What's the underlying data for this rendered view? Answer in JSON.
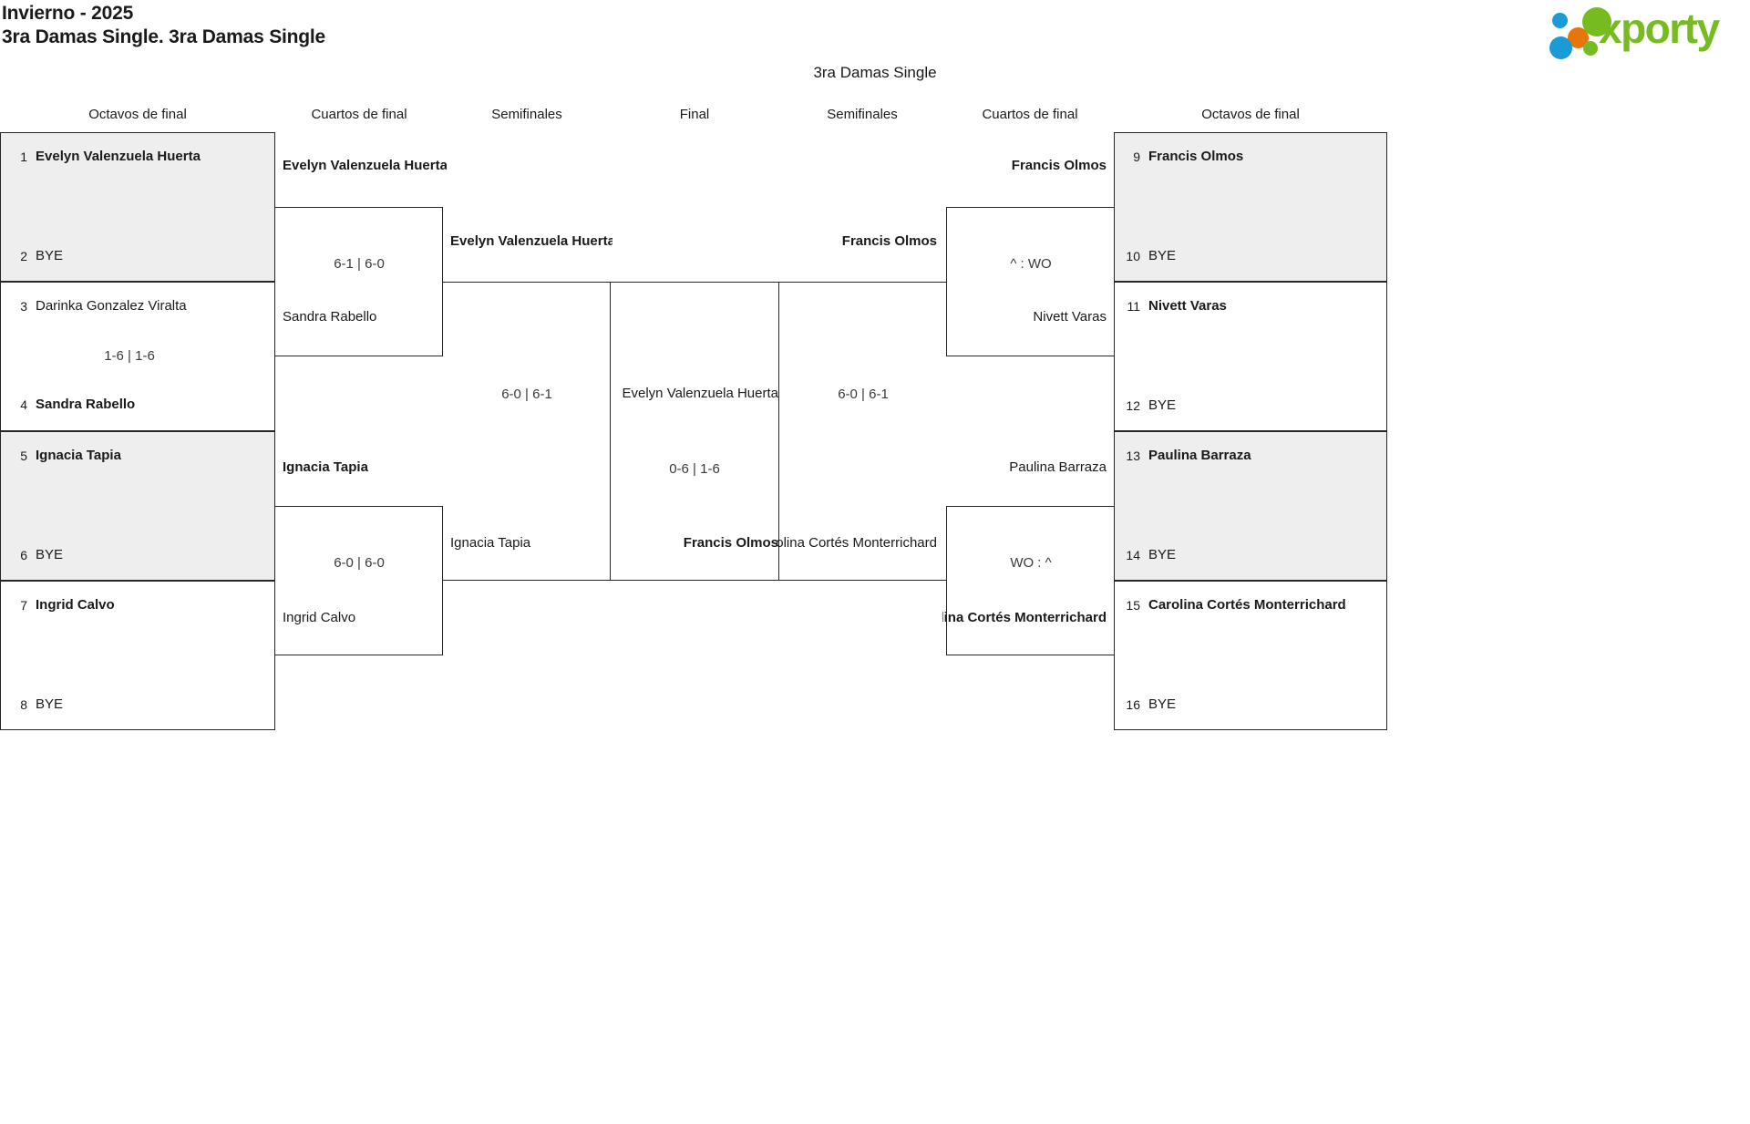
{
  "header": {
    "tournament": "Invierno - 2025",
    "category": "3ra Damas Single. 3ra Damas Single",
    "logo_text": "xporty",
    "logo_colors": {
      "green": "#76bc21",
      "blue": "#1a9ad7",
      "orange": "#e8740c"
    }
  },
  "bracket_title": "3ra Damas Single",
  "rounds": {
    "left_r1": "Octavos de final",
    "left_r2": "Cuartos de final",
    "left_r3": "Semifinales",
    "final": "Final",
    "right_r3": "Semifinales",
    "right_r2": "Cuartos de final",
    "right_r1": "Octavos de final"
  },
  "theme": {
    "shade": "#eeeeee",
    "line": "#262626",
    "text": "#1a1a1a"
  },
  "left": {
    "seeds": [
      {
        "num": "1",
        "name": "Evelyn Valenzuela Huerta",
        "winner": true,
        "shaded": true
      },
      {
        "num": "2",
        "name": "BYE",
        "winner": false,
        "shaded": true
      },
      {
        "num": "3",
        "name": "Darinka Gonzalez Viralta",
        "winner": false,
        "shaded": false
      },
      {
        "num": "4",
        "name": "Sandra Rabello",
        "winner": true,
        "shaded": false
      },
      {
        "num": "5",
        "name": "Ignacia Tapia",
        "winner": true,
        "shaded": true
      },
      {
        "num": "6",
        "name": "BYE",
        "winner": false,
        "shaded": true
      },
      {
        "num": "7",
        "name": "Ingrid Calvo",
        "winner": true,
        "shaded": false
      },
      {
        "num": "8",
        "name": "BYE",
        "winner": false,
        "shaded": false
      }
    ],
    "r1_scores": [
      "",
      "1-6 | 1-6",
      "",
      ""
    ],
    "r2": [
      {
        "top": "Evelyn Valenzuela Huerta",
        "top_winner": true,
        "bottom": "Sandra Rabello",
        "bottom_winner": false,
        "score": "6-1 | 6-0"
      },
      {
        "top": "Ignacia Tapia",
        "top_winner": true,
        "bottom": "Ingrid Calvo",
        "bottom_winner": false,
        "score": "6-0 | 6-0"
      }
    ],
    "r3": [
      {
        "top": "Evelyn Valenzuela Huerta",
        "top_winner": true,
        "bottom": "Ignacia Tapia",
        "bottom_winner": false,
        "score": "6-0 | 6-1"
      }
    ]
  },
  "right": {
    "seeds": [
      {
        "num": "9",
        "name": "Francis Olmos",
        "winner": true,
        "shaded": true
      },
      {
        "num": "10",
        "name": "BYE",
        "winner": false,
        "shaded": true
      },
      {
        "num": "11",
        "name": "Nivett Varas",
        "winner": true,
        "shaded": false
      },
      {
        "num": "12",
        "name": "BYE",
        "winner": false,
        "shaded": false
      },
      {
        "num": "13",
        "name": "Paulina Barraza",
        "winner": true,
        "shaded": true
      },
      {
        "num": "14",
        "name": "BYE",
        "winner": false,
        "shaded": true
      },
      {
        "num": "15",
        "name": "Carolina Cortés Monterrichard",
        "winner": true,
        "shaded": false
      },
      {
        "num": "16",
        "name": "BYE",
        "winner": false,
        "shaded": false
      }
    ],
    "r2": [
      {
        "top": "Francis Olmos",
        "top_winner": true,
        "bottom": "Nivett Varas",
        "bottom_winner": false,
        "score": "^ : WO"
      },
      {
        "top": "Paulina Barraza",
        "top_winner": false,
        "bottom": "Carolina Cortés Monterrichard",
        "bottom_winner": true,
        "score": "WO : ^"
      }
    ],
    "r3": [
      {
        "top": "Francis Olmos",
        "top_winner": true,
        "bottom": "Carolina Cortés Monterrichard",
        "bottom_winner": false,
        "score": "6-0 | 6-1"
      }
    ]
  },
  "final": {
    "left_player": "Evelyn Valenzuela Huerta",
    "left_winner": false,
    "right_player": "Francis Olmos",
    "right_winner": true,
    "score": "0-6 | 1-6"
  }
}
